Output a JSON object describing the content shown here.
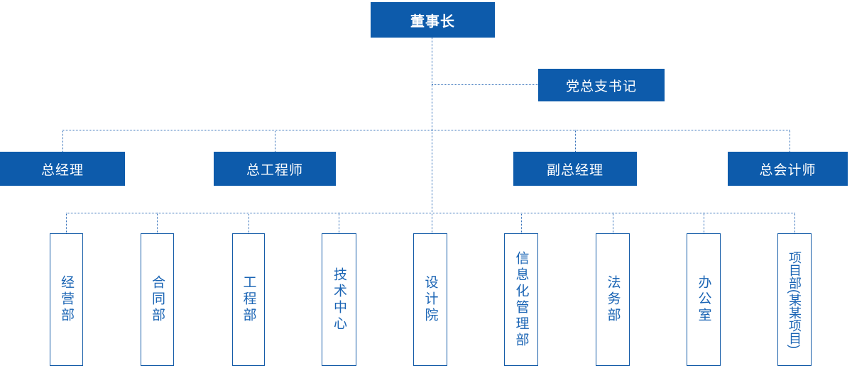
{
  "colors": {
    "primary": "#0d5bab",
    "line": "#2e6cb7",
    "border": "#155ca8",
    "text": "#1a64b4",
    "nodetext": "#ffffff",
    "bg": "#ffffff"
  },
  "org": {
    "chairman": {
      "label": "董事长"
    },
    "party_secretary": {
      "label": "党总支书记"
    },
    "executives": [
      {
        "label": "总经理"
      },
      {
        "label": "总工程师"
      },
      {
        "label": "副总经理"
      },
      {
        "label": "总会计师"
      }
    ],
    "departments": [
      {
        "label": "经营部"
      },
      {
        "label": "合同部"
      },
      {
        "label": "工程部"
      },
      {
        "label": "技术中心"
      },
      {
        "label": "设计院"
      },
      {
        "label": "信息化管理部"
      },
      {
        "label": "法务部"
      },
      {
        "label": "办公室"
      },
      {
        "label": "项目部(某某项目)"
      }
    ]
  }
}
